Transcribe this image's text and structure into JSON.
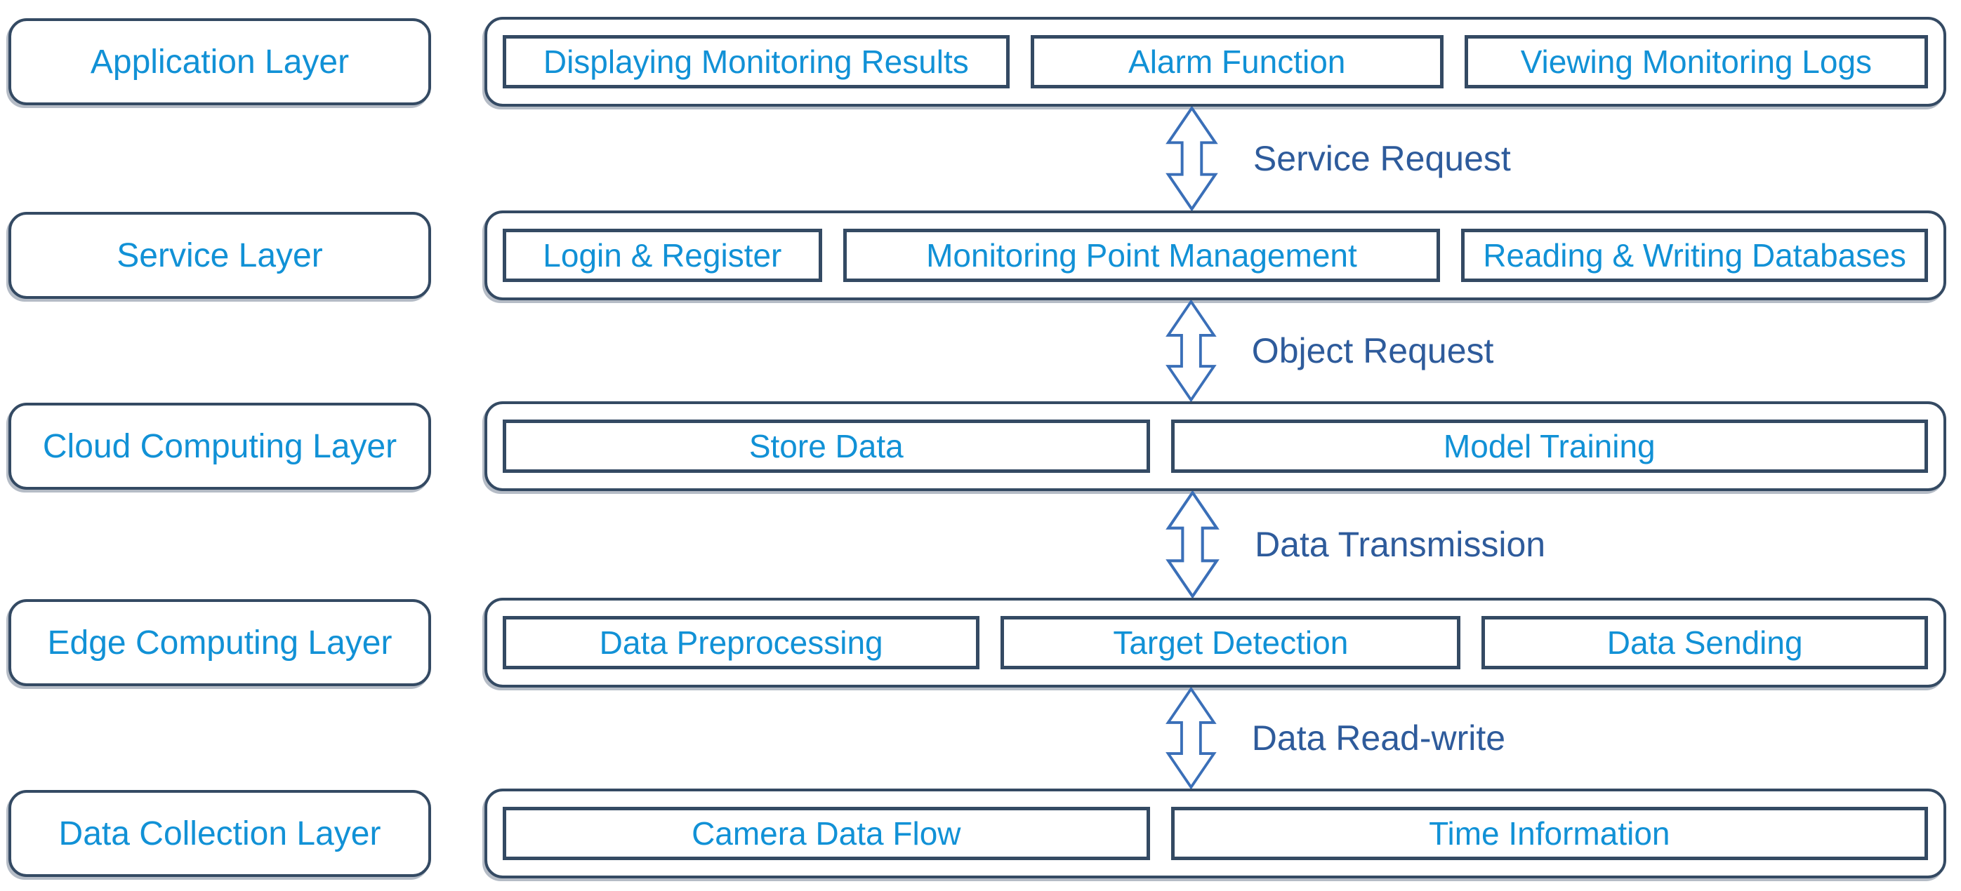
{
  "colors": {
    "border": "#344a63",
    "text": "#1191d6",
    "arrow": "#3a6fb8",
    "arrowLabel": "#2e5b9b"
  },
  "layers": [
    {
      "label": "Application Layer",
      "boxes": [
        "Displaying Monitoring Results",
        "Alarm Function",
        "Viewing Monitoring Logs"
      ]
    },
    {
      "label": "Service Layer",
      "boxes": [
        "Login & Register",
        "Monitoring Point Management",
        "Reading & Writing Databases"
      ]
    },
    {
      "label": "Cloud Computing Layer",
      "boxes": [
        "Store Data",
        "Model Training"
      ]
    },
    {
      "label": "Edge Computing Layer",
      "boxes": [
        "Data Preprocessing",
        "Target Detection",
        "Data Sending"
      ]
    },
    {
      "label": "Data Collection Layer",
      "boxes": [
        "Camera Data Flow",
        "Time Information"
      ]
    }
  ],
  "connectors": [
    {
      "label": "Service Request"
    },
    {
      "label": "Object Request"
    },
    {
      "label": "Data Transmission"
    },
    {
      "label": "Data Read-write"
    }
  ]
}
